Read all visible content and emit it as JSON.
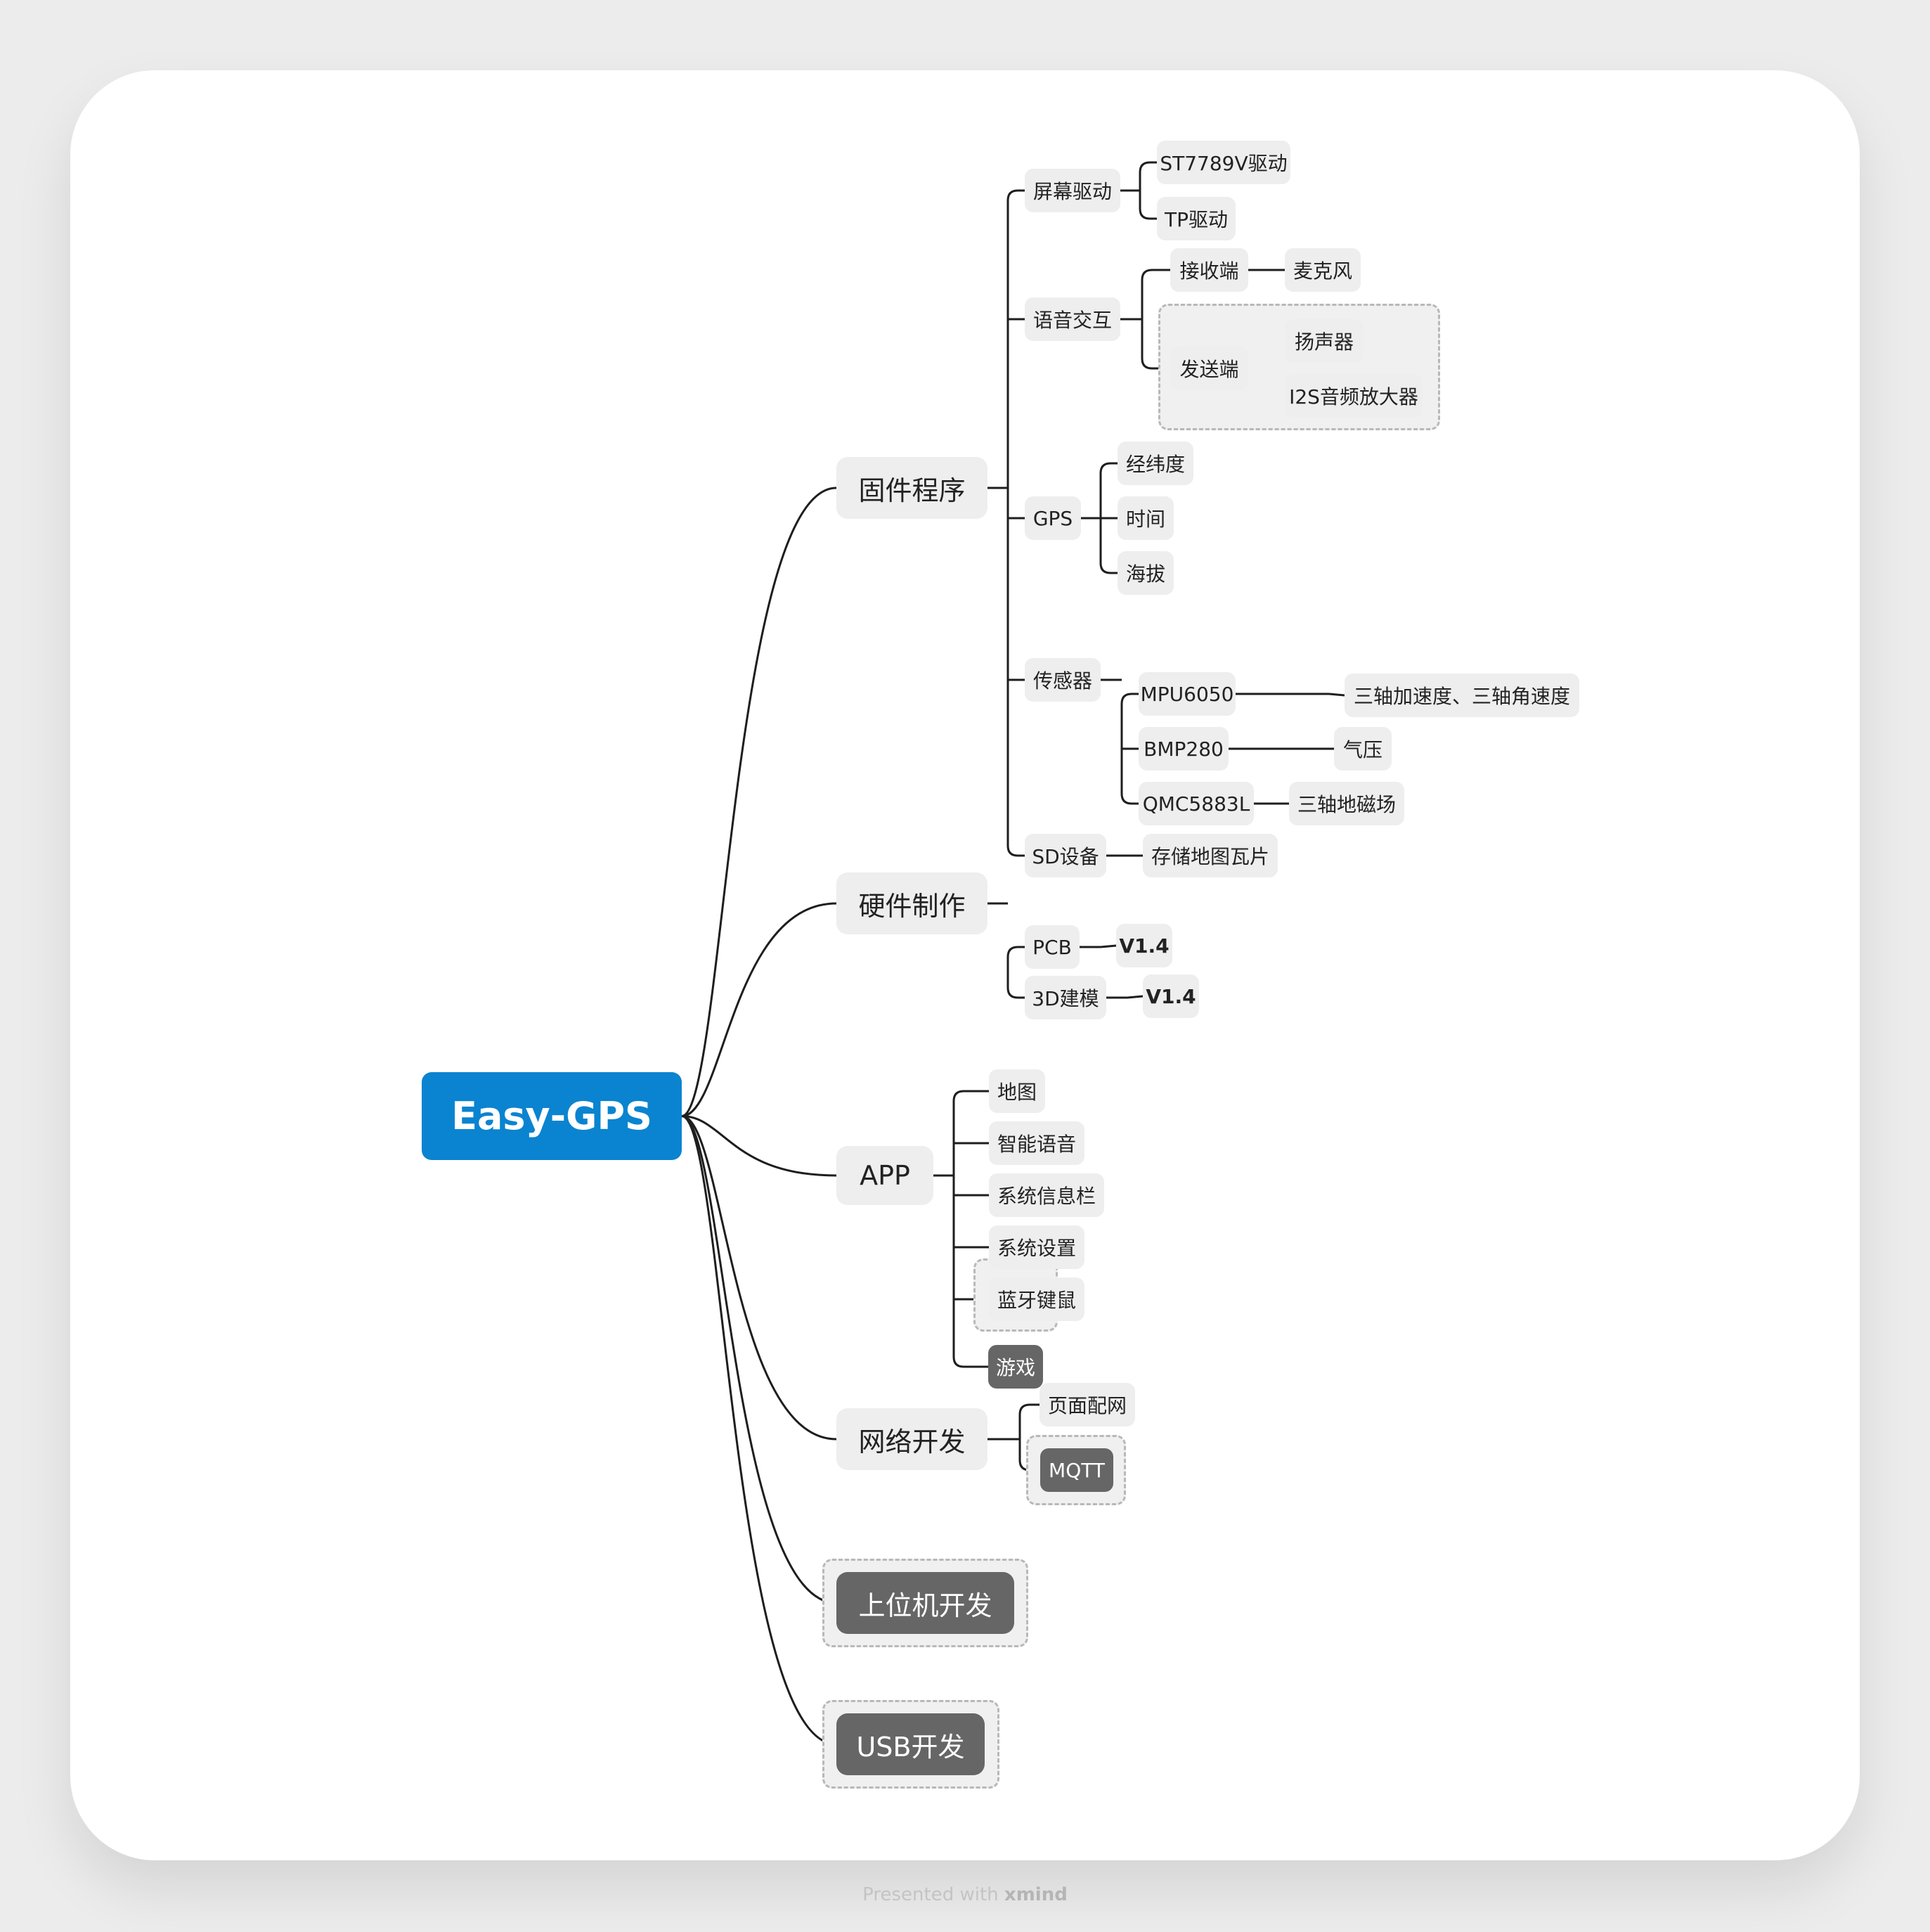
{
  "root": "Easy-GPS",
  "branches": {
    "firmware": {
      "label": "固件程序",
      "screen": {
        "label": "屏幕驱动",
        "children": [
          "ST7789V驱动",
          "TP驱动"
        ]
      },
      "voice": {
        "label": "语音交互",
        "receiver": {
          "label": "接收端",
          "child": "麦克风"
        },
        "sender": {
          "label": "发送端",
          "children": [
            "扬声器",
            "I2S音频放大器"
          ]
        }
      },
      "gps": {
        "label": "GPS",
        "children": [
          "经纬度",
          "时间",
          "海拔"
        ]
      },
      "sensors": {
        "label": "传感器",
        "items": [
          {
            "label": "MPU6050",
            "child": "三轴加速度、三轴角速度"
          },
          {
            "label": "BMP280",
            "child": "气压"
          },
          {
            "label": "QMC5883L",
            "child": "三轴地磁场"
          }
        ]
      },
      "sd": {
        "label": "SD设备",
        "child": "存储地图瓦片"
      }
    },
    "hardware": {
      "label": "硬件制作",
      "items": [
        {
          "label": "PCB",
          "child": "V1.4"
        },
        {
          "label": "3D建模",
          "child": "V1.4"
        }
      ]
    },
    "app": {
      "label": "APP",
      "children": [
        "地图",
        "智能语音",
        "系统信息栏",
        "系统设置",
        "蓝牙键鼠",
        "游戏"
      ]
    },
    "network": {
      "label": "网络开发",
      "children": [
        "页面配网",
        "MQTT"
      ]
    },
    "host": {
      "label": "上位机开发"
    },
    "usb": {
      "label": "USB开发"
    }
  },
  "footer": {
    "prefix": "Presented with",
    "brand": "xmind"
  }
}
